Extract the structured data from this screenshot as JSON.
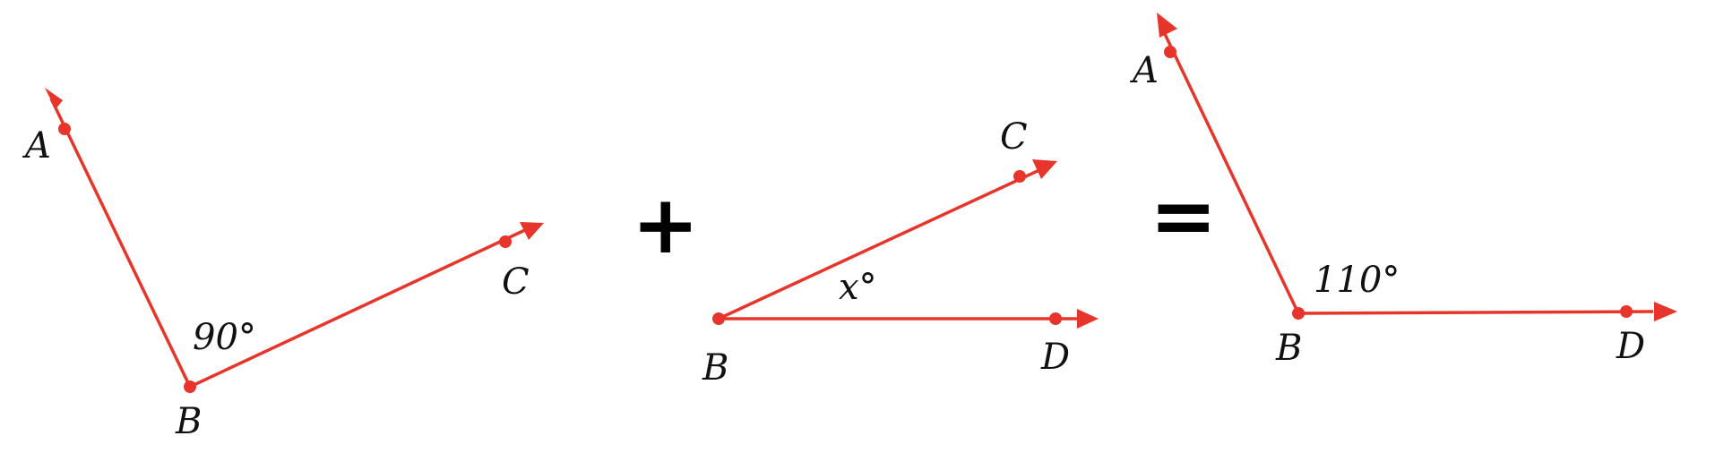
{
  "colors": {
    "ray": "#e8352c",
    "text": "#111111",
    "operator": "#000000"
  },
  "equation": {
    "plus_symbol": "+",
    "equals_symbol": "="
  },
  "angle1": {
    "points": {
      "a": "A",
      "b": "B",
      "c": "C"
    },
    "measure": "90°"
  },
  "angle2": {
    "points": {
      "b": "B",
      "c": "C",
      "d": "D"
    },
    "measure": "x°"
  },
  "angle3": {
    "points": {
      "a": "A",
      "b": "B",
      "d": "D"
    },
    "measure": "110°"
  }
}
